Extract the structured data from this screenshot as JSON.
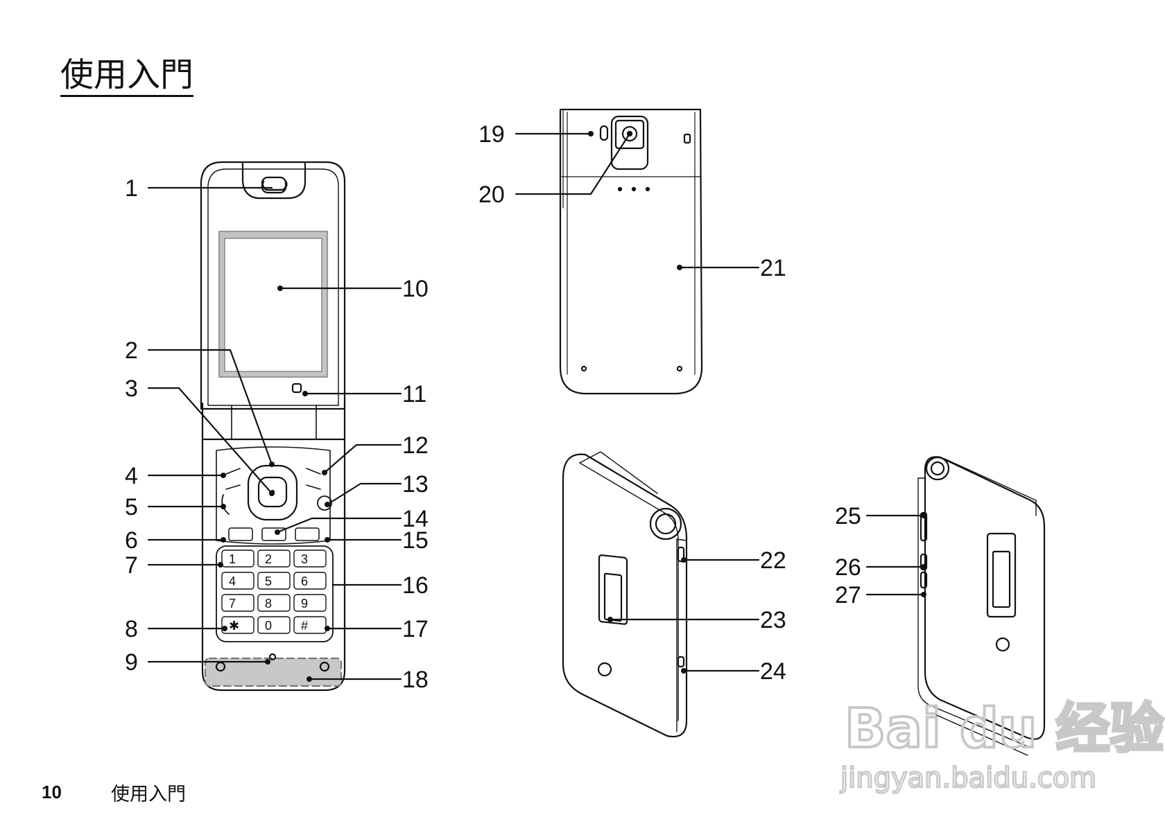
{
  "page": {
    "title": "使用入門",
    "page_number": "10",
    "footer_section": "使用入門"
  },
  "callouts": [
    "1",
    "2",
    "3",
    "4",
    "5",
    "6",
    "7",
    "8",
    "9",
    "10",
    "11",
    "12",
    "13",
    "14",
    "15",
    "16",
    "17",
    "18",
    "19",
    "20",
    "21",
    "22",
    "23",
    "24",
    "25",
    "26",
    "27"
  ],
  "keypad": {
    "keys": [
      "1",
      "2",
      "3",
      "4",
      "5",
      "6",
      "7",
      "8",
      "9",
      "✱",
      "0",
      "#"
    ]
  },
  "watermark": {
    "brand": "Bai du 经验",
    "url": "jingyan.baidu.com"
  }
}
